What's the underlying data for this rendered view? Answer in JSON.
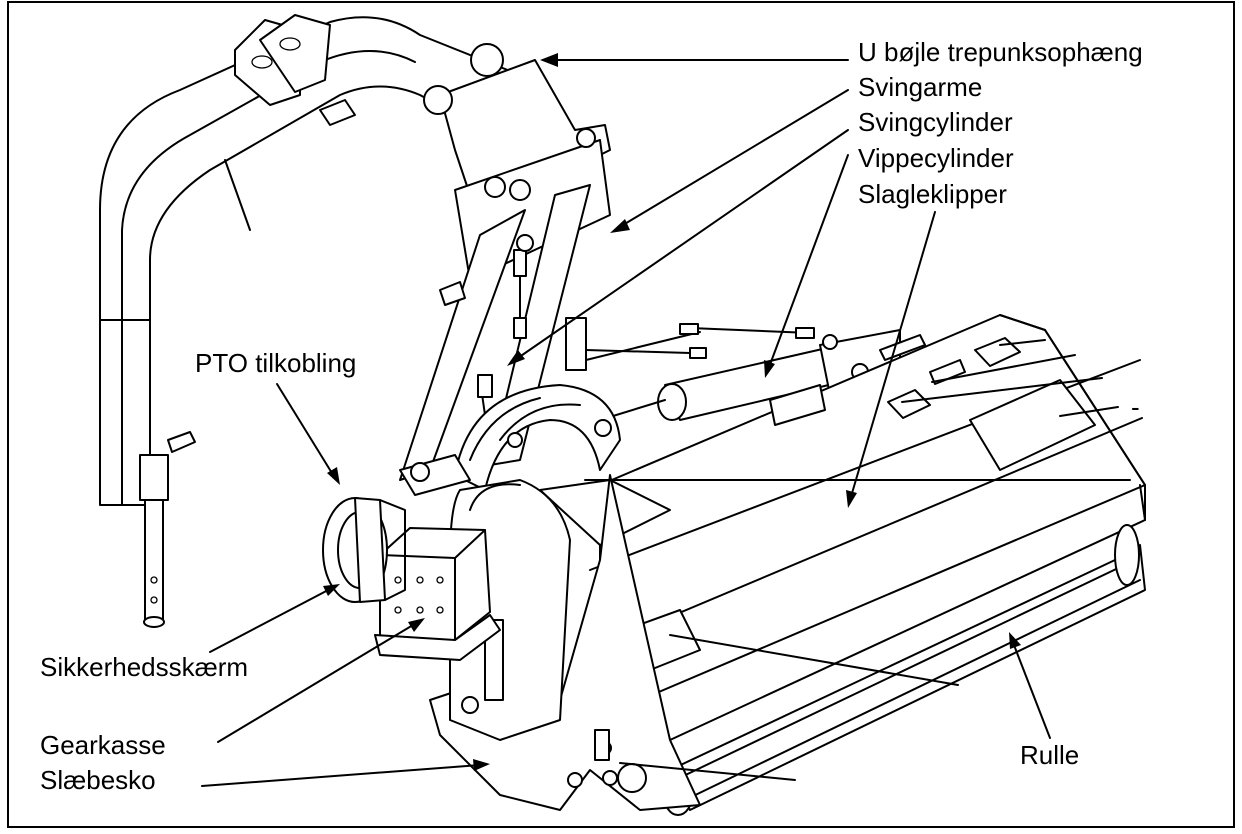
{
  "labels": {
    "u_boejle": "U bøjle trepunksophæng",
    "svingarme": "Svingarme",
    "svingcylinder": "Svingcylinder",
    "vippecylinder": "Vippecylinder",
    "slagleklipper": "Slagleklipper",
    "pto": "PTO tilkobling",
    "sikkerhedsskaerm": "Sikkerhedsskærm",
    "gearkasse": "Gearkasse",
    "slaebesko": "Slæbesko",
    "rulle": "Rulle",
    "dash": "-"
  }
}
